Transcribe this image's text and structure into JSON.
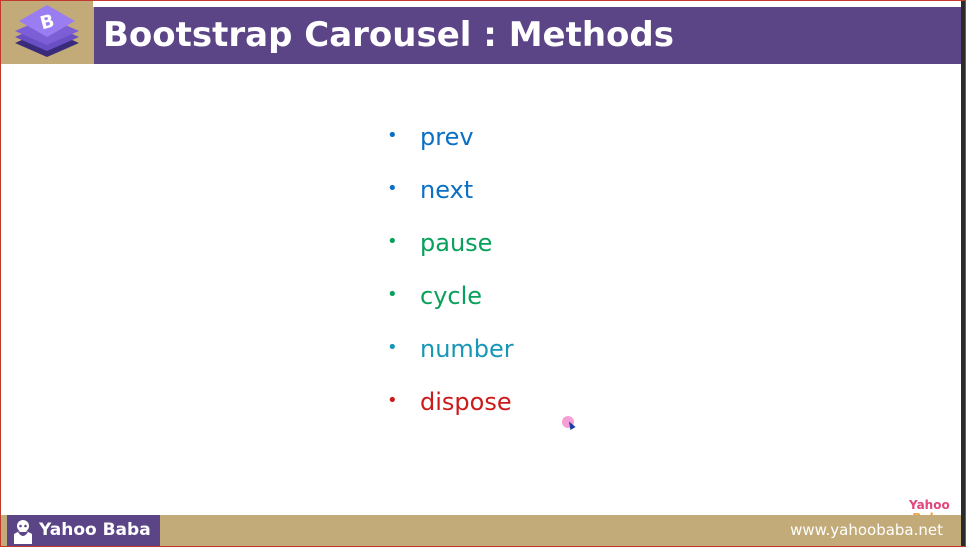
{
  "header": {
    "title": "Bootstrap Carousel : Methods",
    "logo_icon": "bootstrap-logo-icon",
    "logo_letter": "B"
  },
  "methods": [
    {
      "label": "prev",
      "color": "#0b6fc4"
    },
    {
      "label": "next",
      "color": "#0b6fc4"
    },
    {
      "label": "pause",
      "color": "#08a15b"
    },
    {
      "label": "cycle",
      "color": "#08a15b"
    },
    {
      "label": "number",
      "color": "#1796b8"
    },
    {
      "label": "dispose",
      "color": "#cc1a1a"
    }
  ],
  "watermark": {
    "line1": "Yahoo",
    "line2": "Baba"
  },
  "footer": {
    "brand_icon": "yahoo-baba-mascot-icon",
    "brand_name": "Yahoo Baba",
    "website": "www.yahoobaba.net"
  },
  "colors": {
    "header_purple": "#5b4587",
    "tan": "#c2ab78",
    "border_red": "#c0392b"
  }
}
